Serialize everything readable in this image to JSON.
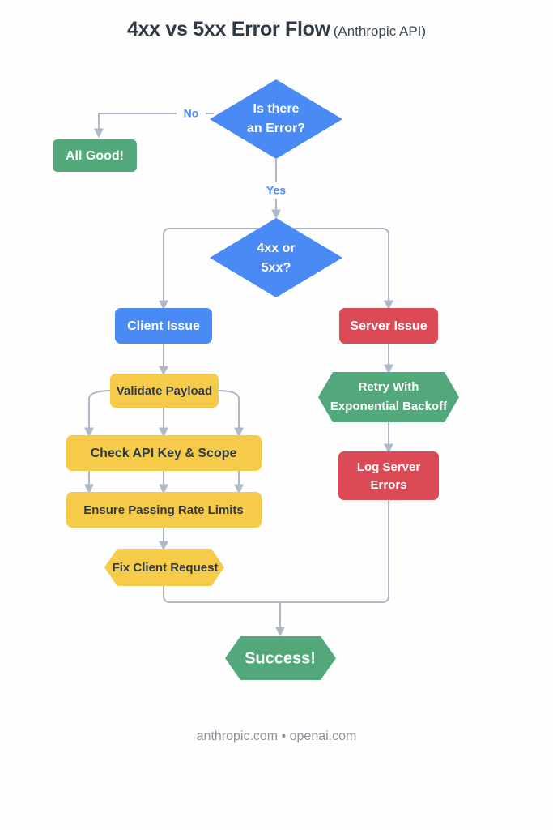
{
  "header": {
    "title_main": "4xx vs 5xx Error Flow",
    "title_sub": "(Anthropic API)"
  },
  "footer": {
    "text": "anthropic.com • openai.com"
  },
  "colors": {
    "blue": "#4a8af4",
    "green": "#52a87a",
    "red": "#db4a55",
    "yellow": "#f7cb4a",
    "connector": "#aeb8c6",
    "dark_text": "#2f3a46",
    "light_text": "#ffffff",
    "background": "#fefefe"
  },
  "diagram": {
    "type": "flowchart",
    "nodes": [
      {
        "id": "is-error",
        "label_lines": [
          "Is there",
          "an Error?"
        ],
        "shape": "diamond",
        "color": "blue",
        "text_color": "#ffffff",
        "font_size": 16
      },
      {
        "id": "all-good",
        "label_lines": [
          "All Good!"
        ],
        "shape": "rect",
        "color": "green",
        "text_color": "#ffffff",
        "font_size": 16
      },
      {
        "id": "four-or-five",
        "label_lines": [
          "4xx or",
          "5xx?"
        ],
        "shape": "diamond",
        "color": "blue",
        "text_color": "#ffffff",
        "font_size": 16
      },
      {
        "id": "client-issue",
        "label_lines": [
          "Client Issue"
        ],
        "shape": "rect",
        "color": "blue",
        "text_color": "#ffffff",
        "font_size": 16
      },
      {
        "id": "server-issue",
        "label_lines": [
          "Server Issue"
        ],
        "shape": "rect",
        "color": "red",
        "text_color": "#ffffff",
        "font_size": 16
      },
      {
        "id": "validate",
        "label_lines": [
          "Validate Payload"
        ],
        "shape": "rect",
        "color": "yellow",
        "text_color": "#2f3a46",
        "font_size": 15
      },
      {
        "id": "check-api-key",
        "label_lines": [
          "Check API Key & Scope"
        ],
        "shape": "rect",
        "color": "yellow",
        "text_color": "#2f3a46",
        "font_size": 16
      },
      {
        "id": "rate-limits",
        "label_lines": [
          "Ensure Passing Rate Limits"
        ],
        "shape": "rect",
        "color": "yellow",
        "text_color": "#2f3a46",
        "font_size": 15
      },
      {
        "id": "fix-request",
        "label_lines": [
          "Fix Client Request"
        ],
        "shape": "hexagon",
        "color": "yellow",
        "text_color": "#2f3a46",
        "font_size": 15
      },
      {
        "id": "retry-backoff",
        "label_lines": [
          "Retry With",
          "Exponential Backoff"
        ],
        "shape": "hexagon",
        "color": "green",
        "text_color": "#ffffff",
        "font_size": 15
      },
      {
        "id": "log-errors",
        "label_lines": [
          "Log Server",
          "Errors"
        ],
        "shape": "rect",
        "color": "red",
        "text_color": "#ffffff",
        "font_size": 15
      },
      {
        "id": "success",
        "label_lines": [
          "Success!"
        ],
        "shape": "hexagon",
        "color": "green",
        "text_color": "#ffffff",
        "font_size": 20
      }
    ],
    "edge_labels": [
      {
        "id": "no-label",
        "text": "No",
        "color": "#4a8af4"
      },
      {
        "id": "yes-label",
        "text": "Yes",
        "color": "#4a8af4"
      }
    ]
  }
}
